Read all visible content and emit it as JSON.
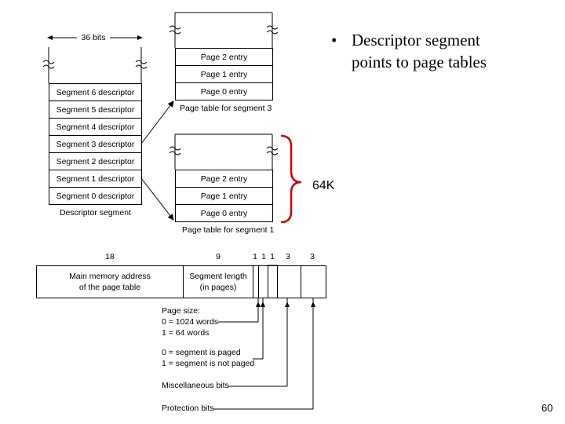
{
  "bullet": {
    "marker": "•",
    "line1": "Descriptor segment",
    "line2": "points to page tables"
  },
  "descriptor_segment": {
    "width_label": "36 bits",
    "rows": [
      "Segment 6 descriptor",
      "Segment 5 descriptor",
      "Segment 4 descriptor",
      "Segment 3 descriptor",
      "Segment 2 descriptor",
      "Segment 1 descriptor",
      "Segment 0 descriptor"
    ],
    "caption": "Descriptor segment"
  },
  "page_table_3": {
    "rows": [
      "Page 2 entry",
      "Page 1 entry",
      "Page 0 entry"
    ],
    "caption": "Page table for segment 3"
  },
  "page_table_1": {
    "rows": [
      "Page 2 entry",
      "Page 1 entry",
      "Page 0 entry"
    ],
    "caption": "Page table for segment 1"
  },
  "size_label": "64K",
  "descriptor_format": {
    "bit_widths": [
      "18",
      "9",
      "1",
      "1",
      "1",
      "3",
      "3"
    ],
    "field_address_line1": "Main memory address",
    "field_address_line2": "of the page table",
    "field_length_line1": "Segment length",
    "field_length_line2": "(in pages)"
  },
  "legend": {
    "page_size_title": "Page size:",
    "page_size_0": "0 = 1024 words",
    "page_size_1": "1 = 64 words",
    "paged_0": "0 = segment is paged",
    "paged_1": "1 = segment is not paged",
    "misc": "Miscellaneous bits",
    "protection": "Protection bits"
  },
  "page_number": "60",
  "colors": {
    "brace": "#cc0000",
    "line": "#000000"
  },
  "icons": [
    "break-mark-icon",
    "pointer-arrow-icon",
    "curly-brace-icon",
    "hatch-pattern-icon"
  ]
}
